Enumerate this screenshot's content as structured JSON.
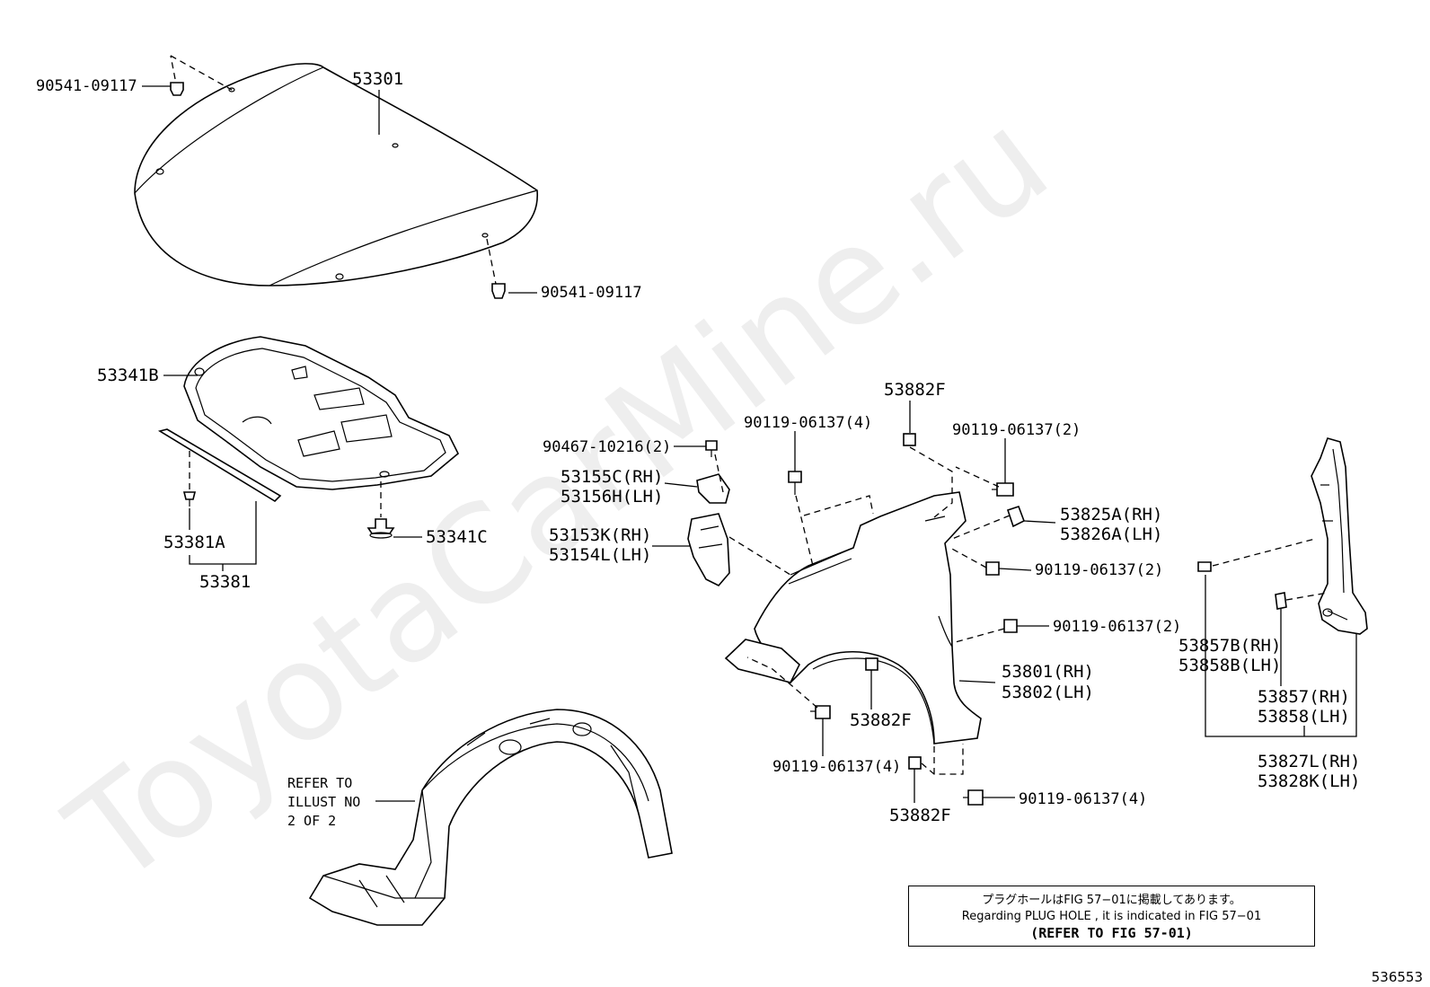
{
  "watermark": "ToyotaCarMine.ru",
  "illustration_id": "536553",
  "labels": {
    "hood_clip_top": "90541-09117",
    "hood": "53301",
    "hood_clip_bottom": "90541-09117",
    "insulator": "53341B",
    "insulator_clip_small": "53381A",
    "insulator_seal": "53381",
    "insulator_clip": "53341C",
    "ref_line1": "REFER TO",
    "ref_line2": "ILLUST NO",
    "ref_line3": "2 OF 2",
    "bolt_top_left": "90467-10216(2)",
    "bracket_upper_rh": "53155C(RH)",
    "bracket_upper_lh": "53156H(LH)",
    "bracket_lower_rh": "53153K(RH)",
    "bracket_lower_lh": "53154L(LH)",
    "bolt_4_top": "90119-06137(4)",
    "nut_top": "53882F",
    "bolt_2_top": "90119-06137(2)",
    "bracket_rh": "53825A(RH)",
    "bracket_lh": "53826A(LH)",
    "bolt_2_mid": "90119-06137(2)",
    "bolt_2_low": "90119-06137(2)",
    "fender_rh": "53801(RH)",
    "fender_lh": "53802(LH)",
    "nut_mid": "53882F",
    "bolt_4_mid": "90119-06137(4)",
    "nut_bottom": "53882F",
    "bolt_4_bottom": "90119-06137(4)",
    "seal_b_rh": "53857B(RH)",
    "seal_b_lh": "53858B(LH)",
    "seal_rh": "53857(RH)",
    "seal_lh": "53858(LH)",
    "seal_assy_rh": "53827L(RH)",
    "seal_assy_lh": "53828K(LH)"
  },
  "note": {
    "line1": "プラグホールはFIG 57−01に掲載してあります。",
    "line2": "Regarding PLUG HOLE , it is indicated in FIG 57−01",
    "line3": "(REFER TO FIG 57-01)"
  }
}
